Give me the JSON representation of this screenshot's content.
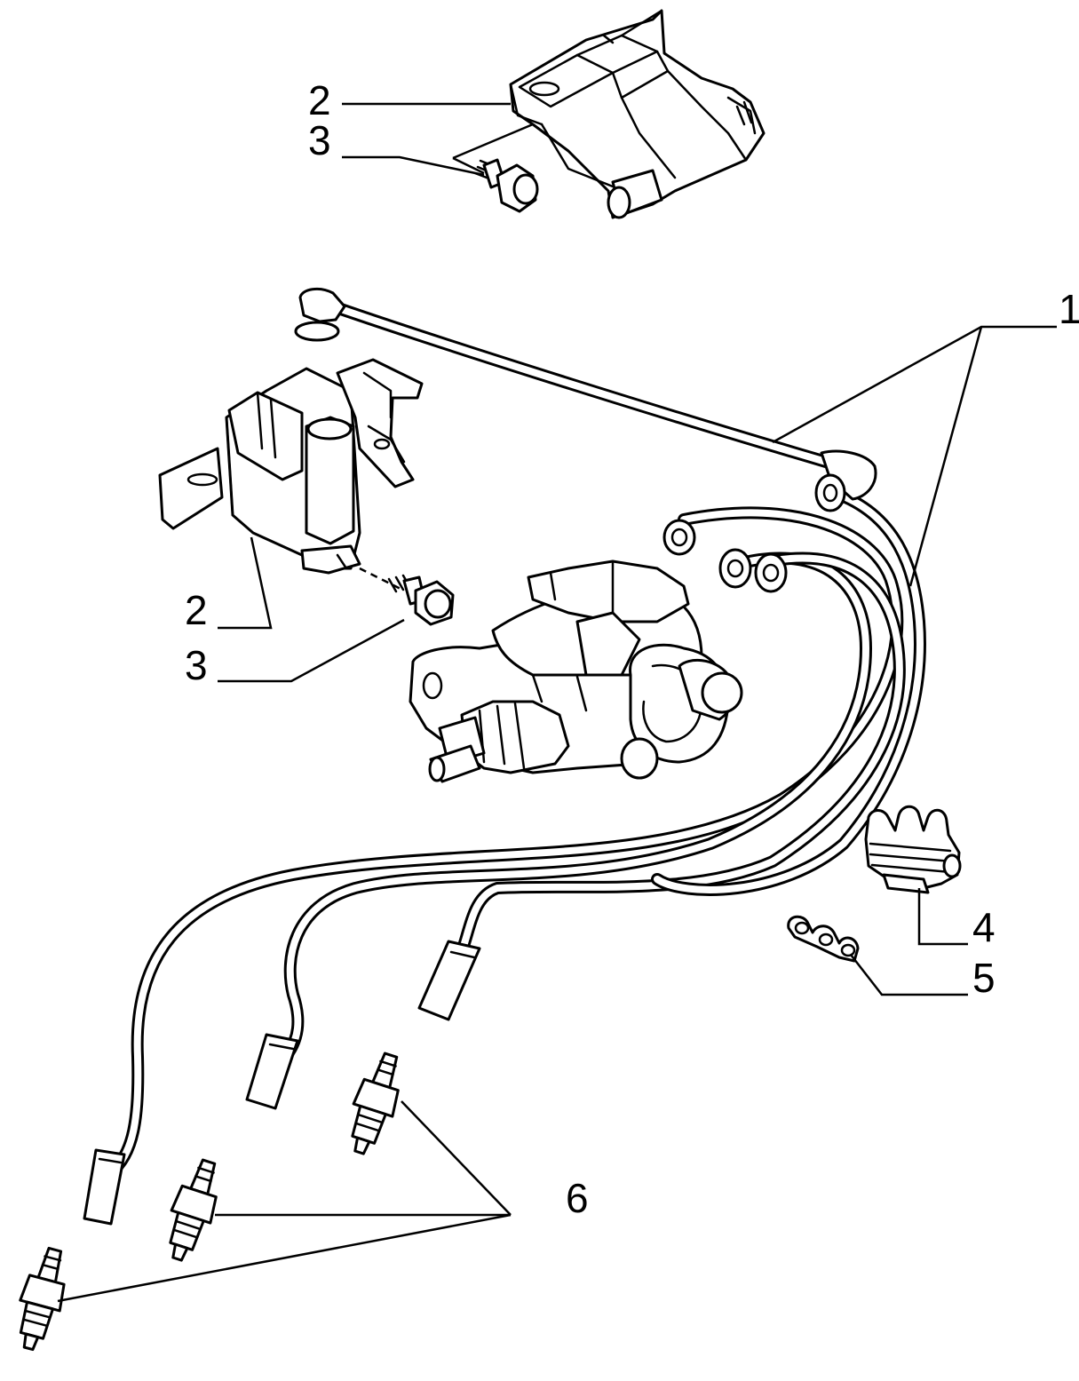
{
  "callouts": {
    "top_coil_label": "2",
    "top_screw_label": "3",
    "wire_set_label": "1",
    "left_coil_label": "2",
    "left_screw_label": "3",
    "holder_label": "4",
    "clip_label": "5",
    "spark_plugs_label": "6"
  },
  "colors": {
    "ink": "#000000",
    "paper": "#ffffff"
  }
}
